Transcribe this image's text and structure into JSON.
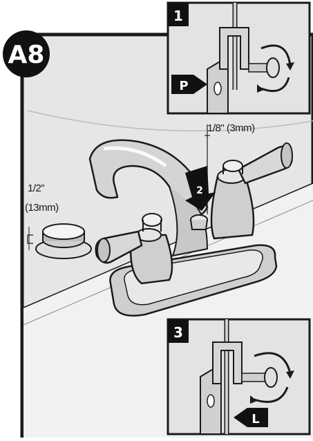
{
  "step_badge": "A8",
  "insets": [
    {
      "number": "1",
      "marker": "P"
    },
    {
      "number": "3",
      "marker": "L"
    }
  ],
  "callouts": {
    "drain_measure_line1": "1/2\"",
    "drain_measure_line2": "(13mm)",
    "lift_rod_measure": "1/8\" (3mm)",
    "step2_number": "2"
  },
  "colors": {
    "frame": "#1a1a1a",
    "wall": "#e6e6e6",
    "counter": "#efefef",
    "inset_bg": "#d9d9d9",
    "badge_bg": "#111111"
  }
}
